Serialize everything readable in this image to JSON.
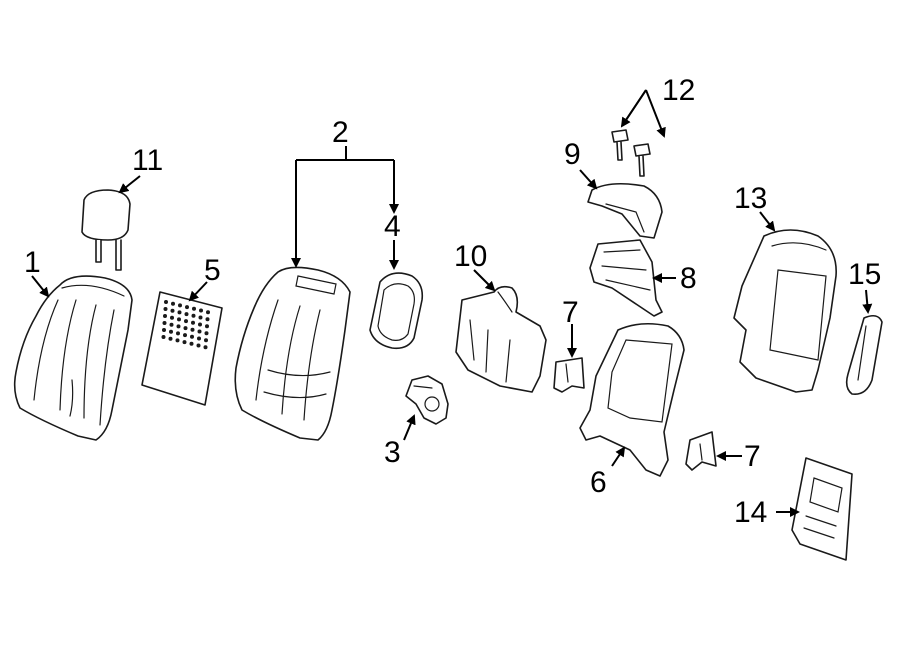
{
  "diagram": {
    "background": "#ffffff",
    "line_color": "#1a1a1a",
    "callouts": [
      {
        "id": "c1",
        "label": "1"
      },
      {
        "id": "c2",
        "label": "2"
      },
      {
        "id": "c3",
        "label": "3"
      },
      {
        "id": "c4",
        "label": "4"
      },
      {
        "id": "c5",
        "label": "5"
      },
      {
        "id": "c6",
        "label": "6"
      },
      {
        "id": "c7a",
        "label": "7"
      },
      {
        "id": "c7b",
        "label": "7"
      },
      {
        "id": "c8",
        "label": "8"
      },
      {
        "id": "c9",
        "label": "9"
      },
      {
        "id": "c10",
        "label": "10"
      },
      {
        "id": "c11",
        "label": "11"
      },
      {
        "id": "c12",
        "label": "12"
      },
      {
        "id": "c13",
        "label": "13"
      },
      {
        "id": "c14",
        "label": "14"
      },
      {
        "id": "c15",
        "label": "15"
      }
    ]
  }
}
